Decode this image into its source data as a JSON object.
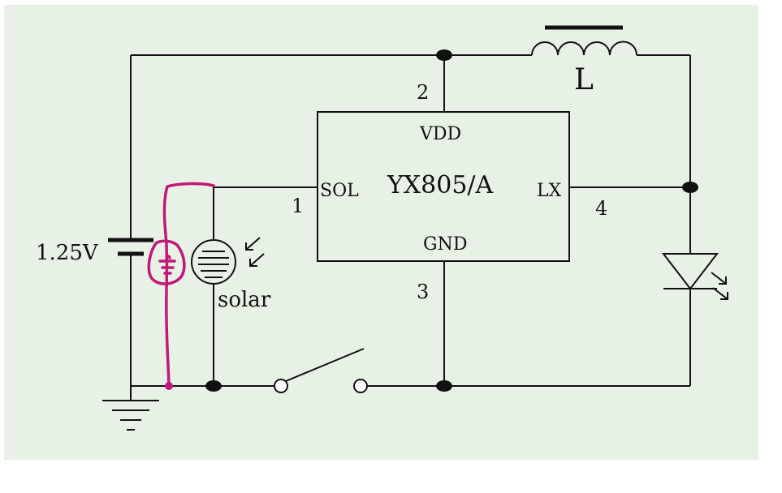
{
  "diagram": {
    "chip_name": "YX805/A",
    "pins": {
      "vdd": "VDD",
      "gnd": "GND",
      "sol": "SOL",
      "lx": "LX"
    },
    "pin_numbers": {
      "sol": "1",
      "vdd": "2",
      "gnd": "3",
      "lx": "4"
    },
    "inductor_label": "L",
    "battery_label": "1.25V",
    "solar_label": "solar"
  },
  "colors": {
    "background": "#e8f1e6",
    "wire": "#111111",
    "annotation": "#c2187a"
  }
}
